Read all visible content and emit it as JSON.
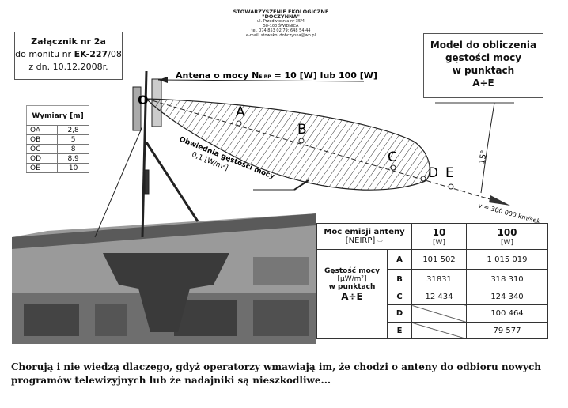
{
  "logo": {
    "org": "STOWARZYSZENIE EKOLOGICZNE",
    "name": "\"DOCZYNNA\"",
    "street": "ul. Przedwiośnia nr 35/4",
    "city": "58-100 ŚWIDNICA",
    "tel": "tel. 074 853 02 79; 648 54 44",
    "email": "e-mail: stowekol.dobczynna@wp.pl"
  },
  "attachment": {
    "line1": "Załącznik nr 2a",
    "line2_pre": "do monitu nr ",
    "line2_bold": "EK-227",
    "line2_post": "/08",
    "line3": "z dn. 10.12.2008r."
  },
  "model_box": {
    "line1": "Model do obliczenia",
    "line2": "gęstości mocy",
    "line3": "w punktach",
    "line4": "A÷E"
  },
  "dimensions": {
    "title": "Wymiary [m]",
    "rows": [
      {
        "k": "OA",
        "v": "2,8"
      },
      {
        "k": "OB",
        "v": "5"
      },
      {
        "k": "OC",
        "v": "8"
      },
      {
        "k": "OD",
        "v": "8,9"
      },
      {
        "k": "OE",
        "v": "10"
      }
    ]
  },
  "diagram": {
    "origin": "O",
    "antenna_label": "Antena o mocy N",
    "antenna_sub": "EIRP",
    "antenna_value": " = 10 [W] lub 100 [W]",
    "envelope_line1": "Obwiednia gęstości mocy",
    "envelope_line2": "0,1 [W/m²]",
    "points": [
      "A",
      "B",
      "C",
      "D",
      "E"
    ],
    "angle": "15°",
    "speed": "v = 300 000 km/sek"
  },
  "power_table": {
    "header_label": "Moc emisji anteny",
    "header_sub": "[NEIRP]",
    "arrow": "⇨",
    "col1": "10",
    "col1_unit": "[W]",
    "col2": "100",
    "col2_unit": "[W]",
    "row_label1": "Gęstość mocy",
    "row_label2": "[μW/m²]",
    "row_label3": "w punktach",
    "row_label4": "A÷E",
    "rows": [
      {
        "p": "A",
        "v10": "101 502",
        "v100": "1 015 019"
      },
      {
        "p": "B",
        "v10": "31831",
        "v100": "318 310"
      },
      {
        "p": "C",
        "v10": "12 434",
        "v100": "124 340"
      },
      {
        "p": "D",
        "v10": "",
        "v100": "100 464"
      },
      {
        "p": "E",
        "v10": "",
        "v100": "79 577"
      }
    ]
  },
  "caption": "Chorują i nie wiedzą dlaczego, gdyż operatorzy wmawiają im, że chodzi o anteny do odbioru nowych programów telewizyjnych lub że nadajniki są nieszkodliwe..."
}
